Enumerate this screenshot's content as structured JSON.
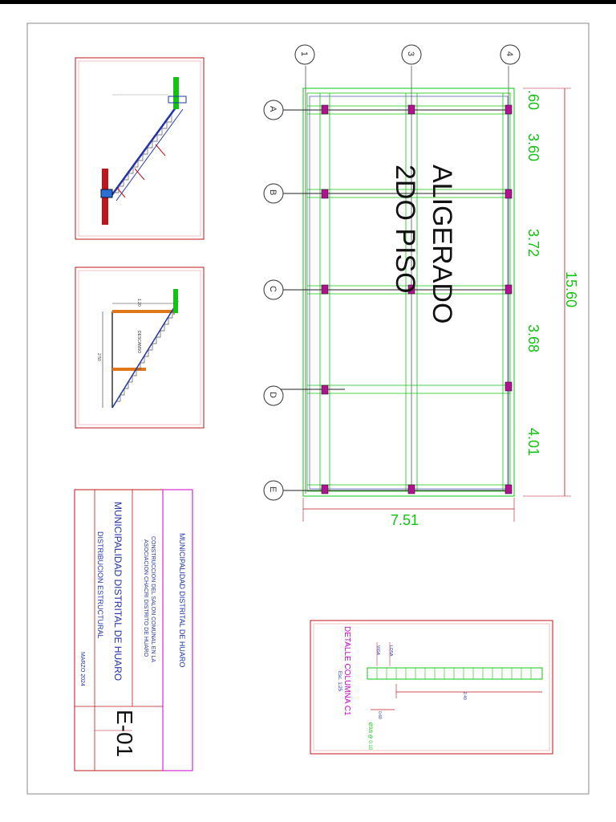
{
  "plan": {
    "title_line1": "ALIGERADO",
    "title_line2": "2DO PISO",
    "columns": [
      "1",
      "3",
      "4"
    ],
    "rows": [
      "A",
      "B",
      "C",
      "D",
      "E"
    ],
    "bay_dims": [
      ".60",
      "3.60",
      "3.72",
      "3.68",
      "4.01"
    ],
    "total_length": "15.60",
    "total_width": "7.51"
  },
  "title_block": {
    "owner": "MUNICIPALIDAD DISTRITAL DE HUARO",
    "project_line1": "CONSTRUCCION DEL SALON COMUNAL EN LA",
    "project_line2": "ASOCIACION CHACRI DISTRITO DE HUARO",
    "entity": "MUNICIPALIDAD DISTRITAL DE HUARO",
    "sheet_title": "DISTRIBUCION ESTRUCTURAL",
    "date": "MARZO 2024",
    "sheet_code": "E-01"
  },
  "detail": {
    "title": "DETALLE COLUMNA C1",
    "scale": "Esc. 1:25",
    "label_viga": "VIGA",
    "label_losa": "LOSA",
    "dim_length": "2.40",
    "dim_width": "0.60",
    "stirrup": "Ø3/8 @ 0.10"
  },
  "stair_sections": {
    "label_land": "DESCANSO",
    "dim_a": "1.20",
    "dim_b": "2.50"
  },
  "colors": {
    "frame": "#c0151a",
    "green": "#11c411",
    "magenta": "#cc00cc",
    "blue": "#2233aa",
    "axis": "#333333"
  }
}
